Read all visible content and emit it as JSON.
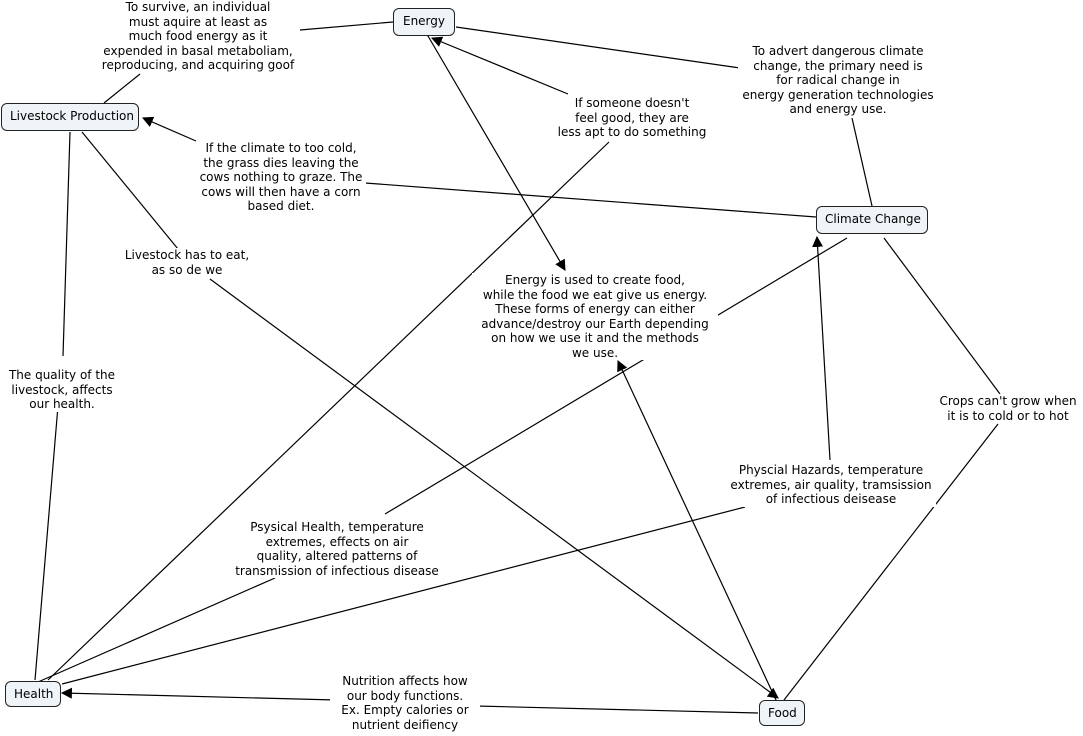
{
  "concepts": {
    "energy": "Energy",
    "livestock": "Livestock Production",
    "climate": "Climate Change",
    "health": "Health",
    "food": "Food"
  },
  "links": {
    "survive": "To survive, an individual\nmust aquire at least as\nmuch food energy as it\nexpended in basal metaboliam,\nreproducing, and acquiring goof",
    "advert": "To advert dangerous climate\nchange, the primary need is\nfor radical change in\nenergy generation technologies\nand energy use.",
    "feel_good": "If someone doesn't\nfeel good, they are\nless apt to do something",
    "too_cold": "If the climate to too cold,\nthe grass dies leaving the\ncows nothing to graze. The\ncows will then have a corn\nbased diet.",
    "livestock_eat": "Livestock has to eat,\nas so de we",
    "energy_food": "Energy is used to create food,\nwhile the food we eat give us energy.\nThese forms of energy can either\nadvance/destroy our Earth depending\non how we use it and the methods\nwe use.",
    "quality": "The quality of the\nlivestock, affects\nour health.",
    "crops": "Crops can't grow when\nit is to cold or to hot",
    "physcial": "Physcial Hazards, temperature\nextremes, air quality, tramsission\nof infectious deisease",
    "psysical": "Psysical Health, temperature\nextremes, effects on air\nquality, altered patterns of\ntransmission of infectious disease",
    "nutrition": "Nutrition affects how\nour body functions.\nEx. Empty calories or\nnutrient deifiency"
  }
}
